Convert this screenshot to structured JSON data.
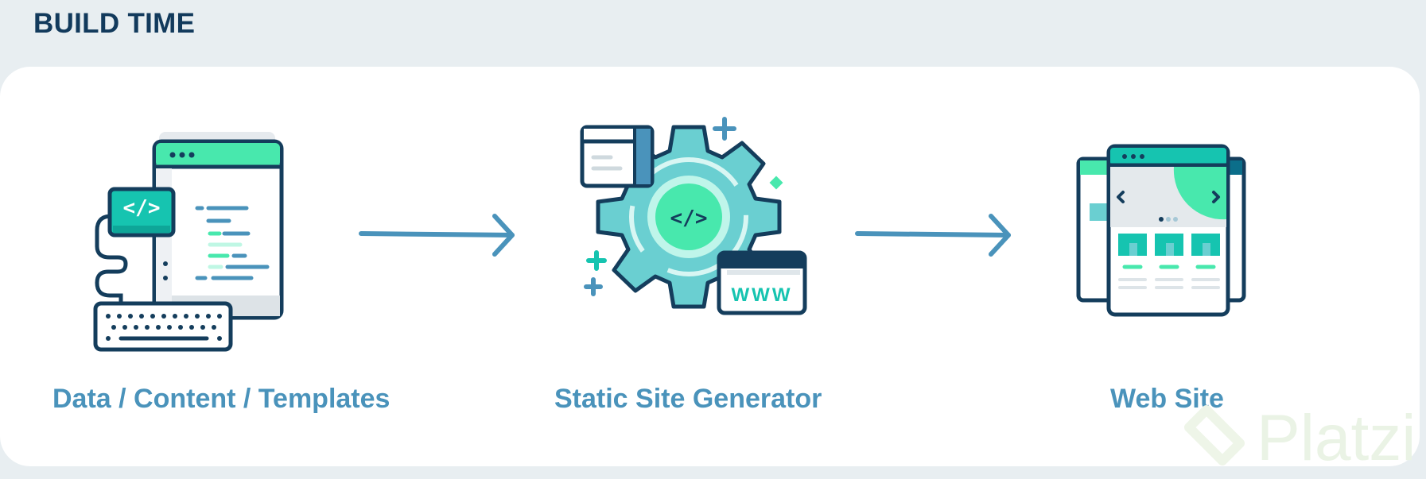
{
  "header": {
    "title": "BUILD TIME"
  },
  "steps": [
    {
      "label": "Data / Content / Templates",
      "icon": "code-editor-keyboard-icon"
    },
    {
      "label": "Static Site Generator",
      "icon": "gear-code-icon"
    },
    {
      "label": "Web Site",
      "icon": "website-pages-icon"
    }
  ],
  "connectors": [
    "arrow-right-icon",
    "arrow-right-icon"
  ],
  "icons": {
    "code_tag": "</>",
    "www": "WWW"
  },
  "watermark": {
    "text": "Platzi"
  },
  "colors": {
    "background": "#e8eef1",
    "card": "#ffffff",
    "title": "#123a5c",
    "caption": "#4a93bb",
    "navy": "#143d5c",
    "green": "#48e8ad",
    "teal": "#16c4b0",
    "gear": "#6acfd1"
  }
}
